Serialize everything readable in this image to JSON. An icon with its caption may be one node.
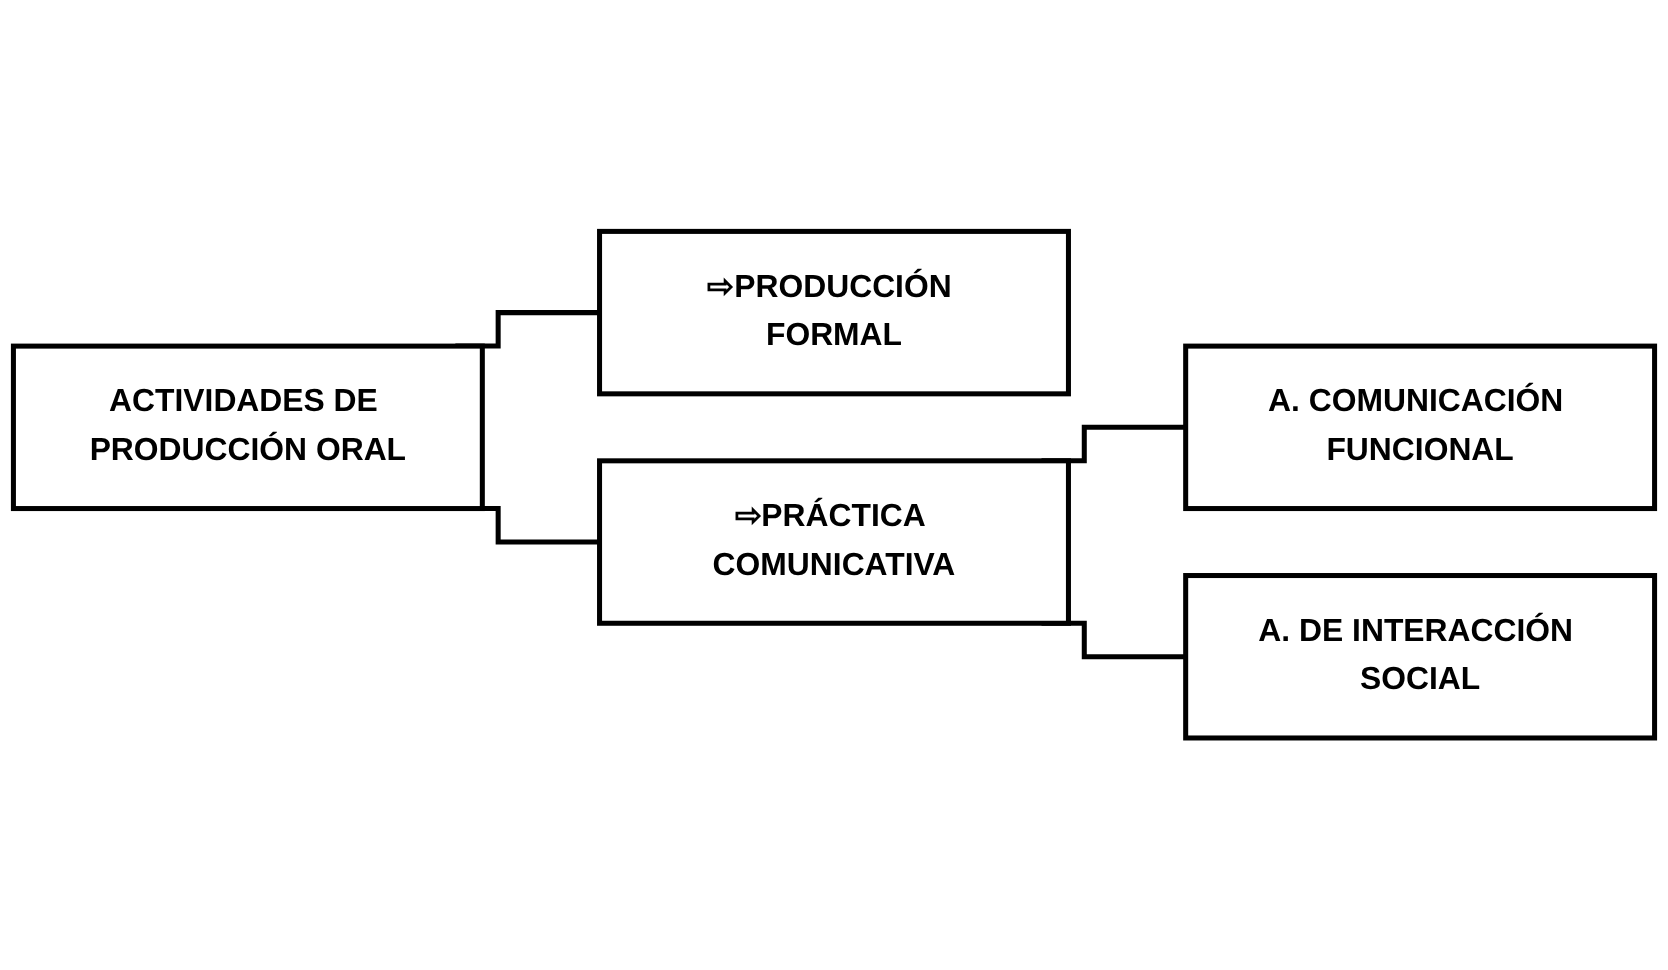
{
  "diagram": {
    "nodes": [
      {
        "text": [
          "ACTIVIDADES DE PRODUCCIÓN ORAL"
        ]
      },
      {
        "text": [
          "⇨PRODUCCIÓN FORMAL"
        ]
      },
      {
        "text": [
          "⇨PRÁCTICA COMUNICATIVA"
        ]
      },
      {
        "text": [
          "A. COMUNICACIÓN FUNCIONAL"
        ]
      },
      {
        "text": [
          "A. DE INTERACCIÓN SOCIAL"
        ]
      }
    ],
    "edges": [
      {
        "from": 0,
        "to": 1,
        "arrow": "none"
      },
      {
        "from": 0,
        "to": 2,
        "arrow": "none"
      },
      {
        "from": 2,
        "to": 3,
        "arrow": "none"
      },
      {
        "from": 2,
        "to": 4,
        "arrow": "none"
      }
    ]
  }
}
